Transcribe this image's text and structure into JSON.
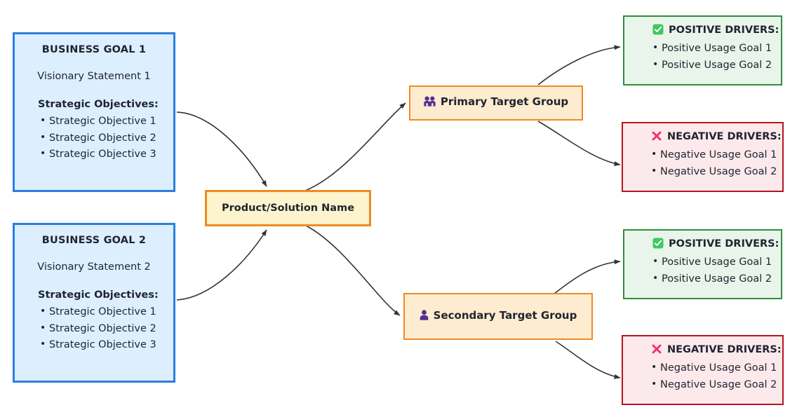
{
  "diagram": {
    "title": "Business goals to product to target groups to usage drivers map",
    "colors": {
      "goal_border": "#2a7fde",
      "goal_fill": "#ddeeff",
      "product_border": "#f08a23",
      "product_fill": "#fdf3cd",
      "target_border": "#f08a23",
      "target_fill": "#fdeccf",
      "positive_border": "#2f8f3f",
      "positive_fill": "#e9f5ea",
      "negative_border": "#b5151f",
      "negative_fill": "#fce9ec",
      "edge_stroke": "#333333",
      "person_icon": "#5b2d8e",
      "check_icon": "#3fc85f",
      "cross_icon": "#f0316d"
    },
    "background": "#ffffff"
  },
  "goals": [
    {
      "title": "BUSINESS GOAL 1",
      "vision": "Visionary Statement 1",
      "objectives_label": "Strategic Objectives:",
      "objectives": [
        "Strategic Objective 1",
        "Strategic Objective 2",
        "Strategic Objective 3"
      ]
    },
    {
      "title": "BUSINESS GOAL 2",
      "vision": "Visionary Statement 2",
      "objectives_label": "Strategic Objectives:",
      "objectives": [
        "Strategic Objective 1",
        "Strategic Objective 2",
        "Strategic Objective 3"
      ]
    }
  ],
  "product": {
    "label": "Product/Solution Name"
  },
  "targets": [
    {
      "label": "Primary Target Group",
      "icon": "two-people-icon"
    },
    {
      "label": "Secondary Target Group",
      "icon": "person-icon"
    }
  ],
  "drivers": [
    {
      "for": "Primary Target Group",
      "kind": "positive",
      "icon": "check-mark-button-icon",
      "heading": "POSITIVE DRIVERS:",
      "items": [
        "Positive Usage Goal 1",
        "Positive Usage Goal 2"
      ]
    },
    {
      "for": "Primary Target Group",
      "kind": "negative",
      "icon": "cross-mark-icon",
      "heading": "NEGATIVE DRIVERS:",
      "items": [
        "Negative Usage Goal 1",
        "Negative Usage Goal 2"
      ]
    },
    {
      "for": "Secondary Target Group",
      "kind": "positive",
      "icon": "check-mark-button-icon",
      "heading": "POSITIVE DRIVERS:",
      "items": [
        "Positive Usage Goal 1",
        "Positive Usage Goal 2"
      ]
    },
    {
      "for": "Secondary Target Group",
      "kind": "negative",
      "icon": "cross-mark-icon",
      "heading": "NEGATIVE DRIVERS:",
      "items": [
        "Negative Usage Goal 1",
        "Negative Usage Goal 2"
      ]
    }
  ],
  "edges": [
    {
      "from": "BUSINESS GOAL 1",
      "to": "Product/Solution Name"
    },
    {
      "from": "BUSINESS GOAL 2",
      "to": "Product/Solution Name"
    },
    {
      "from": "Product/Solution Name",
      "to": "Primary Target Group"
    },
    {
      "from": "Product/Solution Name",
      "to": "Secondary Target Group"
    },
    {
      "from": "Primary Target Group",
      "to": "POSITIVE DRIVERS:"
    },
    {
      "from": "Primary Target Group",
      "to": "NEGATIVE DRIVERS:"
    },
    {
      "from": "Secondary Target Group",
      "to": "POSITIVE DRIVERS:"
    },
    {
      "from": "Secondary Target Group",
      "to": "NEGATIVE DRIVERS:"
    }
  ]
}
